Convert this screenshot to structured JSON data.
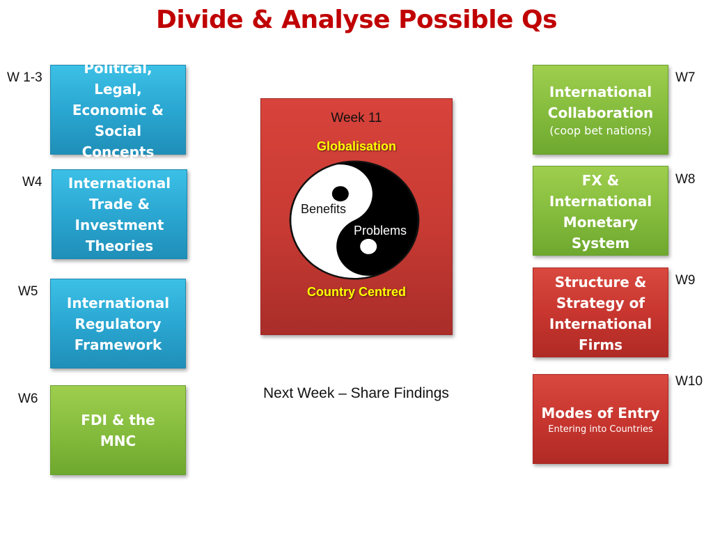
{
  "title": "Divide & Analyse Possible Qs",
  "left_column": [
    {
      "week": "W 1-3",
      "lines": [
        "Political, Legal,",
        "Economic &",
        "Social Concepts"
      ],
      "color": "blue"
    },
    {
      "week": "W4",
      "lines": [
        "International",
        "Trade &",
        "Investment",
        "Theories"
      ],
      "color": "blue"
    },
    {
      "week": "W5",
      "lines": [
        "International",
        "Regulatory",
        "Framework"
      ],
      "color": "blue"
    },
    {
      "week": "W6",
      "lines": [
        "FDI & the",
        "MNC"
      ],
      "color": "green"
    }
  ],
  "right_column": [
    {
      "week": "W7",
      "lines": [
        "International",
        "Collaboration"
      ],
      "sub": "(coop bet nations)",
      "color": "green"
    },
    {
      "week": "W8",
      "lines": [
        "FX &",
        "International",
        "Monetary",
        "System"
      ],
      "color": "green"
    },
    {
      "week": "W9",
      "lines": [
        "Structure &",
        "Strategy of",
        "International",
        "Firms"
      ],
      "color": "red"
    },
    {
      "week": "W10",
      "lines": [
        "Modes of Entry"
      ],
      "sub": "Entering into Countries",
      "color": "red"
    }
  ],
  "center": {
    "week": "Week 11",
    "top_label": "Globalisation",
    "bottom_label": "Country Centred",
    "yin_label": "Benefits",
    "yang_label": "Problems"
  },
  "footer": "Next Week – Share Findings",
  "colors": {
    "title": "#c00000",
    "blue": "#2aa7d2",
    "green": "#86bd3e",
    "red": "#c8362f",
    "highlight_text": "#ffff00"
  }
}
